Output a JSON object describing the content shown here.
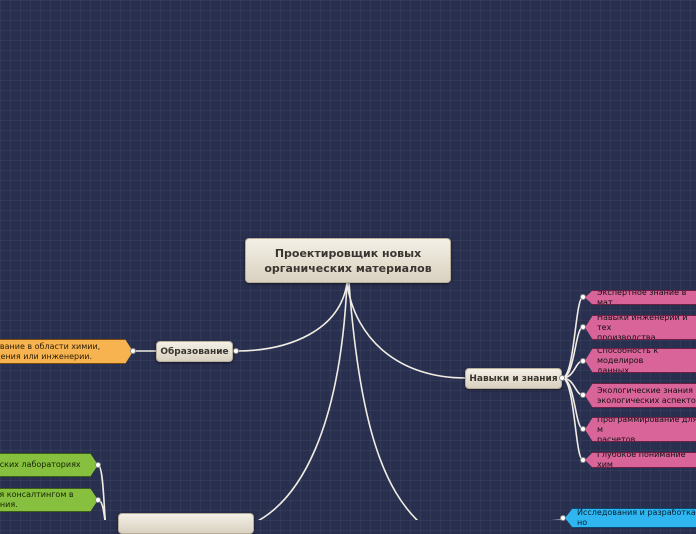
{
  "central_topic": "Проектировщик новых\nорганических материалов",
  "branches": {
    "education": {
      "label": "Образование",
      "items": [
        "ование в области химии,\nдения или инженерии."
      ]
    },
    "skills": {
      "label": "Навыки и знания",
      "items": [
        "Экспертное знание в мат",
        "Навыки инженерии и тех\nпроизводства.",
        "Способность к моделиров\nданных.",
        "Экологические знания и\nэкологических аспектов.",
        "Программирование для м\nрасчетов.",
        "Глубокое понимание хим"
      ]
    },
    "work": {
      "items": [
        "ьских лабораториях",
        "ся консалтингом в\nения."
      ]
    },
    "research": {
      "items": [
        "Исследования и разработка но"
      ]
    }
  },
  "colors": {
    "background": "#29304f",
    "skills_leaf": "#d86499",
    "education_leaf": "#f6b34f",
    "work_leaf": "#86c03e",
    "research_leaf": "#2fb5ef",
    "connector": "#f0ede4"
  }
}
